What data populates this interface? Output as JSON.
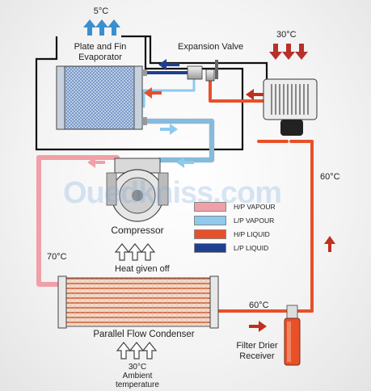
{
  "labels": {
    "evaporator_temp": "5°C",
    "evaporator": "Plate and Fin\nEvaporator",
    "expansion_valve": "Expansion Valve",
    "condenser_air_temp": "30°C",
    "right_pipe_temp": "60°C",
    "compressor": "Compressor",
    "left_pipe_temp": "70°C",
    "heat_given_off": "Heat given off",
    "bottom_pipe_temp": "60°C",
    "condenser": "Parallel Flow Condenser",
    "filter_drier": "Filter Drier\nReceiver",
    "ambient_temp": "30°C",
    "ambient": "Ambient\ntemperature"
  },
  "watermark": "Ouedkniss.com",
  "legend": [
    {
      "label": "H/P VAPOUR",
      "color": "#f0a0a8"
    },
    {
      "label": "L/P VAPOUR",
      "color": "#8ec9ee"
    },
    {
      "label": "H/P LIQUID",
      "color": "#e8502a"
    },
    {
      "label": "L/P LIQUID",
      "color": "#1f3f8f"
    }
  ],
  "colors": {
    "hp_vapour": "#f0a0a8",
    "lp_vapour": "#8ec9ee",
    "hp_liquid": "#e8502a",
    "lp_liquid": "#1f3f8f",
    "cool_arrow": "#3a8fd0",
    "hot_arrow": "#b8302a"
  },
  "icons": {
    "cool_air_arrows": "arrow-up-icon",
    "hot_air_arrows": "arrow-down-icon",
    "flow_arrows": "arrow-icon",
    "heat_arrows": "outline-arrow-up-icon"
  }
}
